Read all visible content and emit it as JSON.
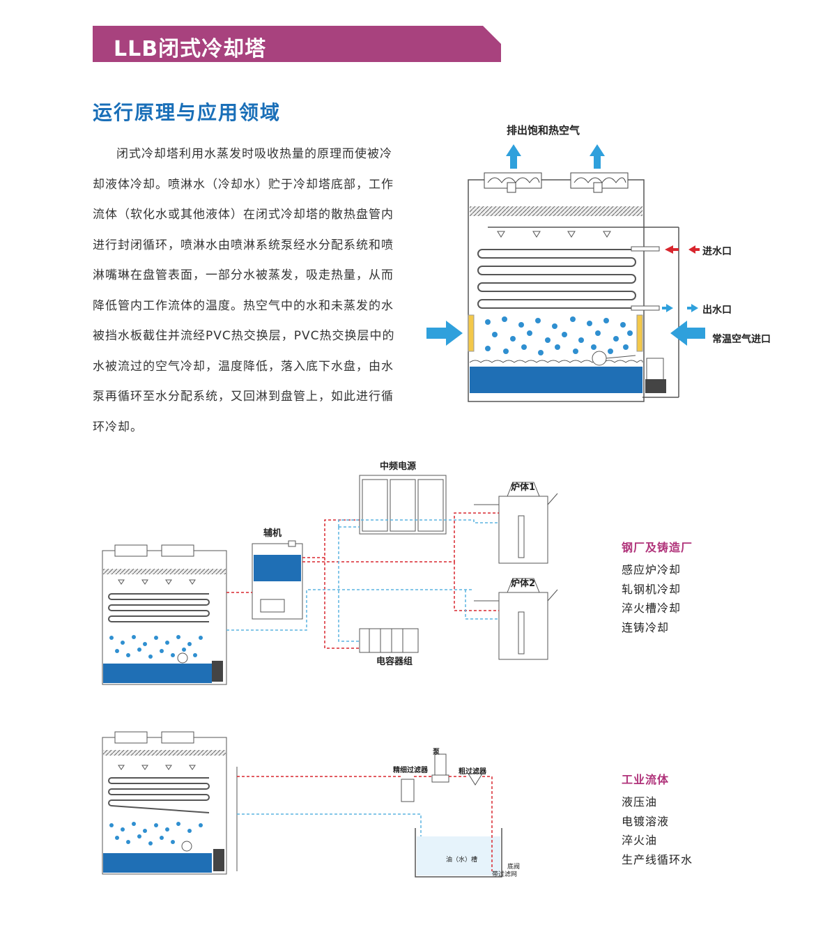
{
  "header": {
    "title": "LLB闭式冷却塔"
  },
  "section": {
    "title": "运行原理与应用领域"
  },
  "description": {
    "paragraph": "闭式冷却塔利用水蒸发时吸收热量的原理而使被冷却液体冷却。喷淋水（冷却水）贮于冷却塔底部，工作流体（软化水或其他液体）在闭式冷却塔的散热盘管内进行封闭循环，喷淋水由喷淋系统泵经水分配系统和喷淋嘴琳在盘管表面，一部分水被蒸发，吸走热量，从而降低管内工作流体的温度。热空气中的水和未蒸发的水被挡水板截住并流经PVC热交换层，PVC热交换层中的水被流过的空气冷却，温度降低，落入底下水盘，由水泵再循环至水分配系统，又回淋到盘管上，如此进行循环冷却。"
  },
  "tower_diagram": {
    "exhaust_label": "排出饱和热空气",
    "inlet_label": "进水口",
    "outlet_label": "出水口",
    "air_inlet_label": "常温空气进口"
  },
  "steel_diagram": {
    "power_label": "中频电源",
    "aux_label": "辅机",
    "furnace1_label": "炉体1",
    "furnace2_label": "炉体2",
    "capacitor_label": "电容器组"
  },
  "fluid_diagram": {
    "pump_label": "泵",
    "fine_filter_label": "精细过滤器",
    "coarse_filter_label": "粗过滤器",
    "tank_label": "油（水）槽",
    "valve_label": "底阀",
    "screen_label": "带过滤网"
  },
  "applications": [
    {
      "heading": "钢厂及铸造厂",
      "items": [
        "感应炉冷却",
        "轧钢机冷却",
        "淬火槽冷却",
        "连铸冷却"
      ]
    },
    {
      "heading": "工业流体",
      "items": [
        "液压油",
        "电镀溶液",
        "淬火油",
        "生产线循环水"
      ]
    }
  ],
  "colors": {
    "banner": "#a8427e",
    "heading_blue": "#1a6fb8",
    "application_heading": "#b0337a",
    "water": "#1f6fb5",
    "arrow_blue": "#2fa0dc",
    "hot_line": "#d8262e",
    "cold_line": "#5ab4e0",
    "panel": "#f3c84a"
  }
}
